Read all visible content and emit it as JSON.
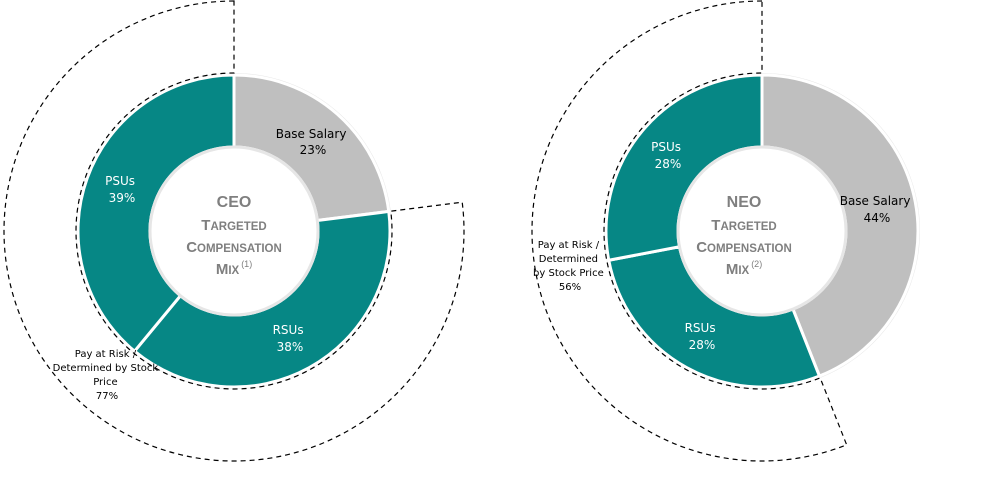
{
  "colors": {
    "teal": "#068785",
    "gray": "#bfbfbf",
    "ring_edge": "#e6e6e6",
    "center_text": "#7f7f7f",
    "dash": "#000000"
  },
  "chart_data": [
    {
      "type": "pie",
      "variant": "donut",
      "title": "CEO Targeted Compensation Mix",
      "title_lines": [
        "CEO",
        "Targeted",
        "Compensation",
        "Mix"
      ],
      "footnote": "(1)",
      "categories": [
        "Base Salary",
        "RSUs",
        "PSUs"
      ],
      "values": [
        23,
        38,
        39
      ],
      "labels": [
        "Base Salary 23%",
        "RSUs 38%",
        "PSUs 39%"
      ],
      "annotation": {
        "text_lines": [
          "Pay at Risk /",
          "Determined by Stock",
          "Price",
          "77%"
        ],
        "value": 77,
        "covers": [
          "RSUs",
          "PSUs"
        ]
      }
    },
    {
      "type": "pie",
      "variant": "donut",
      "title": "NEO Targeted Compensation Mix",
      "title_lines": [
        "NEO",
        "Targeted",
        "Compensation",
        "Mix"
      ],
      "footnote": "(2)",
      "categories": [
        "Base Salary",
        "RSUs",
        "PSUs"
      ],
      "values": [
        44,
        28,
        28
      ],
      "labels": [
        "Base Salary 44%",
        "RSUs 28%",
        "PSUs 28%"
      ],
      "annotation": {
        "text_lines": [
          "Pay at Risk /",
          "Determined",
          "by Stock Price",
          "56%"
        ],
        "value": 56,
        "covers": [
          "RSUs",
          "PSUs"
        ]
      }
    }
  ],
  "ceo": {
    "center": {
      "line1": "CEO",
      "line2_cap": "T",
      "line2_rest": "ARGETED",
      "line3_cap": "C",
      "line3_rest": "OMPENSATION",
      "line4_cap": "M",
      "line4_rest": "IX",
      "sup": "(1)"
    },
    "base": {
      "name": "Base Salary",
      "pct": "23%"
    },
    "rsu": {
      "name": "RSUs",
      "pct": "38%"
    },
    "psu": {
      "name": "PSUs",
      "pct": "39%"
    },
    "risk": {
      "l1": "Pay at Risk /",
      "l2": "Determined by Stock",
      "l3": "Price",
      "l4": "77%"
    }
  },
  "neo": {
    "center": {
      "line1": "NEO",
      "line2_cap": "T",
      "line2_rest": "ARGETED",
      "line3_cap": "C",
      "line3_rest": "OMPENSATION",
      "line4_cap": "M",
      "line4_rest": "IX",
      "sup": "(2)"
    },
    "base": {
      "name": "Base Salary",
      "pct": "44%"
    },
    "rsu": {
      "name": "RSUs",
      "pct": "28%"
    },
    "psu": {
      "name": "PSUs",
      "pct": "28%"
    },
    "risk": {
      "l1": "Pay at Risk /",
      "l2": "Determined",
      "l3": "by Stock Price",
      "l4": "56%"
    }
  }
}
